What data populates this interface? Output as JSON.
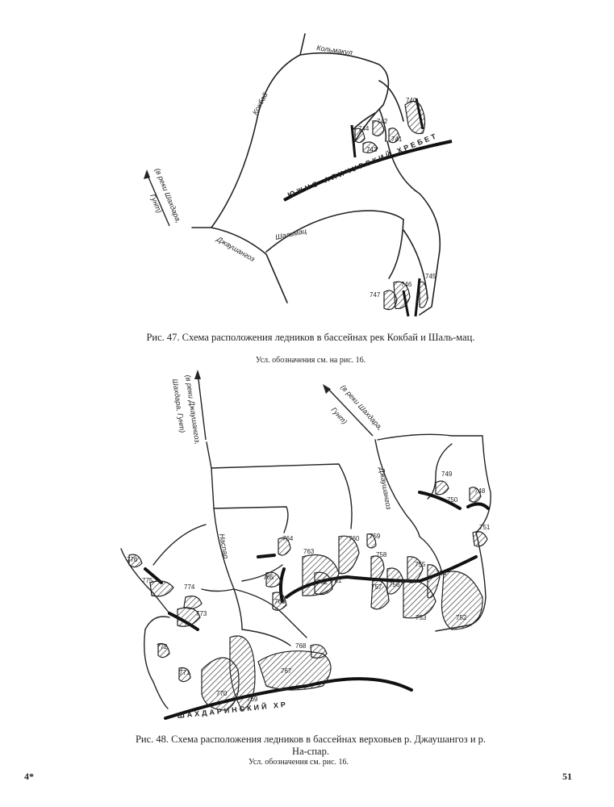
{
  "figure47": {
    "caption": "Рис. 47. Схема расположения ледников в бассейнах рек Кокбай и Шаль-мац.",
    "note": "Усл. обозначения см. на рис. 16.",
    "rivers": {
      "kolmakul": "Кольмакул",
      "kokbai": "Кокбай",
      "shalmac": "Шальмац",
      "dzhaushangoz": "Джаушангоз"
    },
    "ridge": "ЮЖНО-АЛИЧУРСКИЙ ХРЕБЕТ",
    "arrow": [
      "(в реки Шахдара,",
      "Гунт)"
    ],
    "glaciers": [
      "740",
      "741",
      "742",
      "743",
      "744",
      "745",
      "746",
      "747"
    ]
  },
  "figure48": {
    "caption": "Рис. 48. Схема расположения ледников в бассейнах верховьев р. Джаушангоз и р. На-спар.",
    "note": "Усл. обозначения см.      рис. 16.",
    "rivers": {
      "dzhaushangoz": "Джаушангоз",
      "naspar": "Наспар"
    },
    "ridge": "ШАХДАРИНСКИЙ ХР",
    "arrow_left": [
      "(в реки Джаушангоз,",
      "Шахдара, Гунт)"
    ],
    "arrow_right": [
      "(в реки Шахдара,",
      "Гунт)"
    ],
    "glaciers": [
      "749",
      "750",
      "748",
      "751",
      "759",
      "760",
      "758",
      "755",
      "754",
      "756",
      "757",
      "753",
      "752",
      "764",
      "763",
      "762",
      "761",
      "765",
      "766",
      "768",
      "767",
      "776",
      "775",
      "774",
      "773",
      "772",
      "771",
      "770",
      "769"
    ]
  },
  "footer": {
    "left": "4*",
    "right": "51"
  }
}
